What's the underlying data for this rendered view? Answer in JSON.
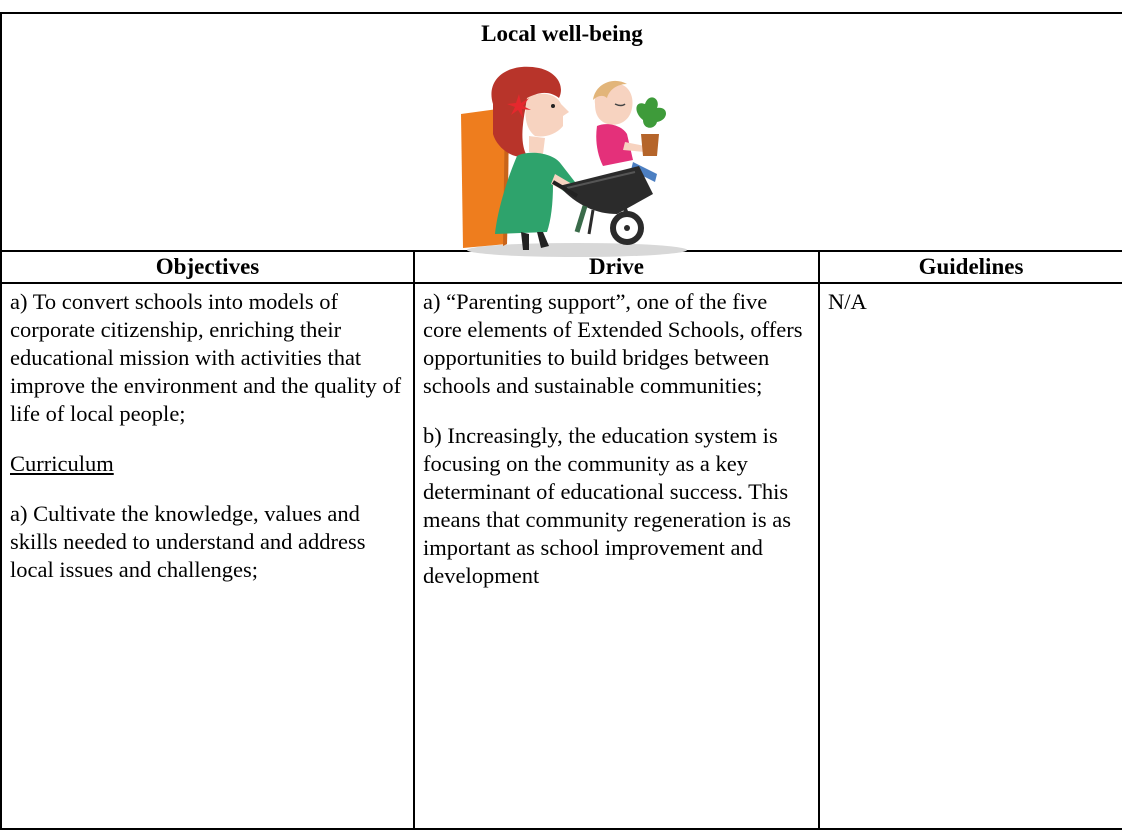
{
  "section_title": "Local well-being",
  "columns": {
    "objectives": "Objectives",
    "drive": "Drive",
    "guidelines": "Guidelines"
  },
  "objectives": {
    "a": "a) To convert schools into models of corporate citizenship, enriching their educational mission with activities that improve the environment and the quality of life of local people;",
    "curriculum_heading": "Curriculum",
    "curriculum_a": "a) Cultivate the knowledge, values and skills needed to understand and address local issues and challenges;"
  },
  "drive": {
    "a": "a) “Parenting support”, one of the five core elements of Extended Schools, offers opportunities to build bridges between schools and sustainable communities;",
    "b": "b) Increasingly, the education system is focusing on the community as a key determinant of educational success. This means that community regeneration is as important as school improvement and development"
  },
  "guidelines": {
    "value": "N/A"
  },
  "illustration": {
    "icon": "woman-pushing-child-in-wheelbarrow-illustration",
    "colors": {
      "hair": "#b8342a",
      "flower": "#e5282d",
      "dress": "#2ea36c",
      "door": "#ee7d1e",
      "child_shirt": "#e4307a",
      "wheelbarrow": "#2b2b2b",
      "plant": "#3e9b3a"
    }
  }
}
